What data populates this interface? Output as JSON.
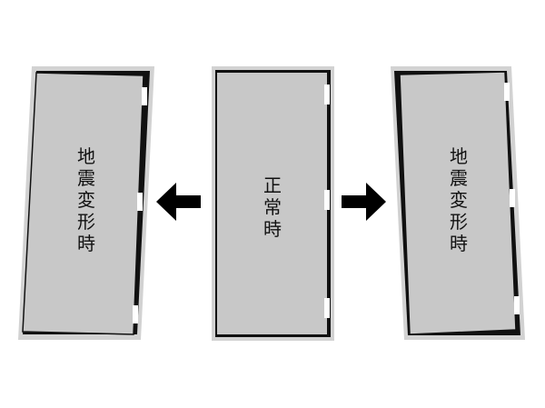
{
  "colors": {
    "background": "#ffffff",
    "panel_fill": "#c8c8c8",
    "frame_light": "#d2d2d2",
    "frame_dark": "#111111",
    "arrow": "#000000",
    "hinge": "#ffffff"
  },
  "panels": {
    "left": {
      "label_chars": [
        "地",
        "震",
        "変",
        "形",
        "時"
      ],
      "icon": "deformed-door-icon"
    },
    "center": {
      "label_chars": [
        "正",
        "常",
        "時"
      ],
      "icon": "door-icon"
    },
    "right": {
      "label_chars": [
        "地",
        "震",
        "変",
        "形",
        "時"
      ],
      "icon": "deformed-door-icon"
    }
  },
  "arrows": {
    "left": {
      "direction": "left",
      "icon": "arrow-left-icon"
    },
    "right": {
      "direction": "right",
      "icon": "arrow-right-icon"
    }
  }
}
